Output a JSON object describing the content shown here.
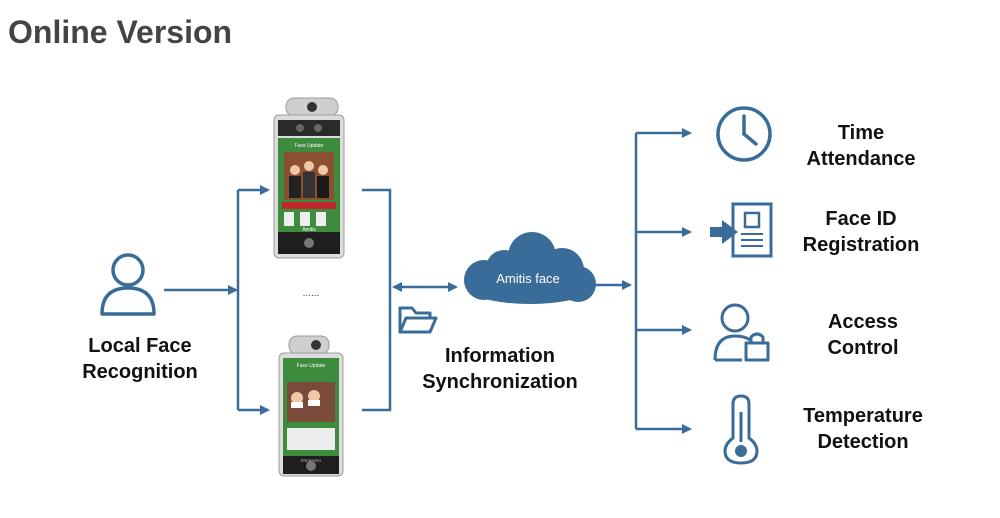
{
  "title": "Online Version",
  "left_label": {
    "line1": "Local Face",
    "line2": "Recognition"
  },
  "sync_label": {
    "line1": "Information",
    "line2": "Synchronization"
  },
  "cloud_label": "Amitis face",
  "device_top": {
    "header": "Face Update",
    "brand": "Amitis"
  },
  "device_bottom": {
    "header": "Face Update",
    "brand": "FREEFIRO"
  },
  "dots": "......",
  "services": [
    {
      "line1": "Time",
      "line2": "Attendance",
      "icon": "clock-icon"
    },
    {
      "line1": "Face ID",
      "line2": "Registration",
      "icon": "id-card-icon"
    },
    {
      "line1": "Access",
      "line2": "Control",
      "icon": "user-lock-icon"
    },
    {
      "line1": "Temperature",
      "line2": "Detection",
      "icon": "thermometer-icon"
    }
  ],
  "colors": {
    "accent": "#3a6c9a",
    "device_screen": "#3d8b3d",
    "device_frame": "#d9d9d9"
  }
}
